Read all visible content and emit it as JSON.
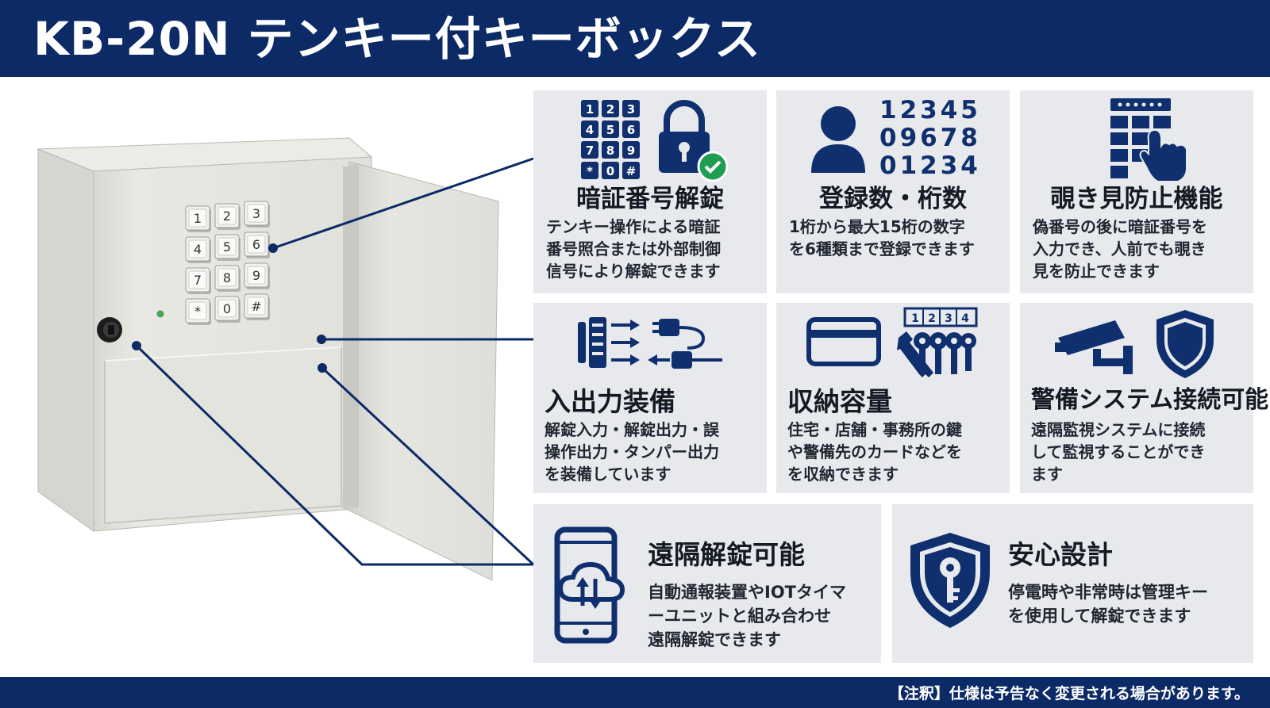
{
  "header": {
    "title": "KB-20N テンキー付キーボックス"
  },
  "device": {
    "keys": [
      "1",
      "2",
      "3",
      "4",
      "5",
      "6",
      "7",
      "8",
      "9",
      "*",
      "0",
      "#"
    ]
  },
  "features": [
    {
      "title": "暗証番号解錠",
      "desc": "テンキー操作による暗証\n番号照合または外部制御\n信号により解錠できます",
      "icon_keys": [
        "1",
        "2",
        "3",
        "4",
        "5",
        "6",
        "7",
        "8",
        "9",
        "*",
        "0",
        "#"
      ]
    },
    {
      "title": "登録数・桁数",
      "desc": "1桁から最大15桁の数字\nを6種類まで登録できます",
      "numbers": [
        "12345",
        "09678",
        "01234"
      ]
    },
    {
      "title": "覗き見防止機能",
      "desc": "偽番号の後に暗証番号を\n入力でき、人前でも覗き\n見を防止できます"
    },
    {
      "title": "入出力装備",
      "desc": "解錠入力・解錠出力・誤\n操作出力・タンパー出力\nを装備しています"
    },
    {
      "title": "収納容量",
      "desc": "住宅・店舗・事務所の鍵\nや警備先のカードなどを\nを収納できます",
      "key_tags": [
        "1",
        "2",
        "3",
        "4"
      ]
    },
    {
      "title": "警備システム接続可能",
      "desc": "遠隔監視システムに接続\nして監視することができ\nます"
    },
    {
      "title": "遠隔解錠可能",
      "desc": "自動通報装置やIOTタイマ\nーユニットと組み合わせ\n遠隔解錠できます"
    },
    {
      "title": "安心設計",
      "desc": "停電時や非常時は管理キー\nを使用して解錠できます"
    }
  ],
  "footer": {
    "note": "【注釈】仕様は予告なく変更される場合があります。"
  },
  "colors": {
    "navy": "#0c2a66",
    "card_bg": "#e7e9ec",
    "icon": "#0f2f6e",
    "check": "#1e9c52",
    "device_body": "#e3e3de"
  }
}
